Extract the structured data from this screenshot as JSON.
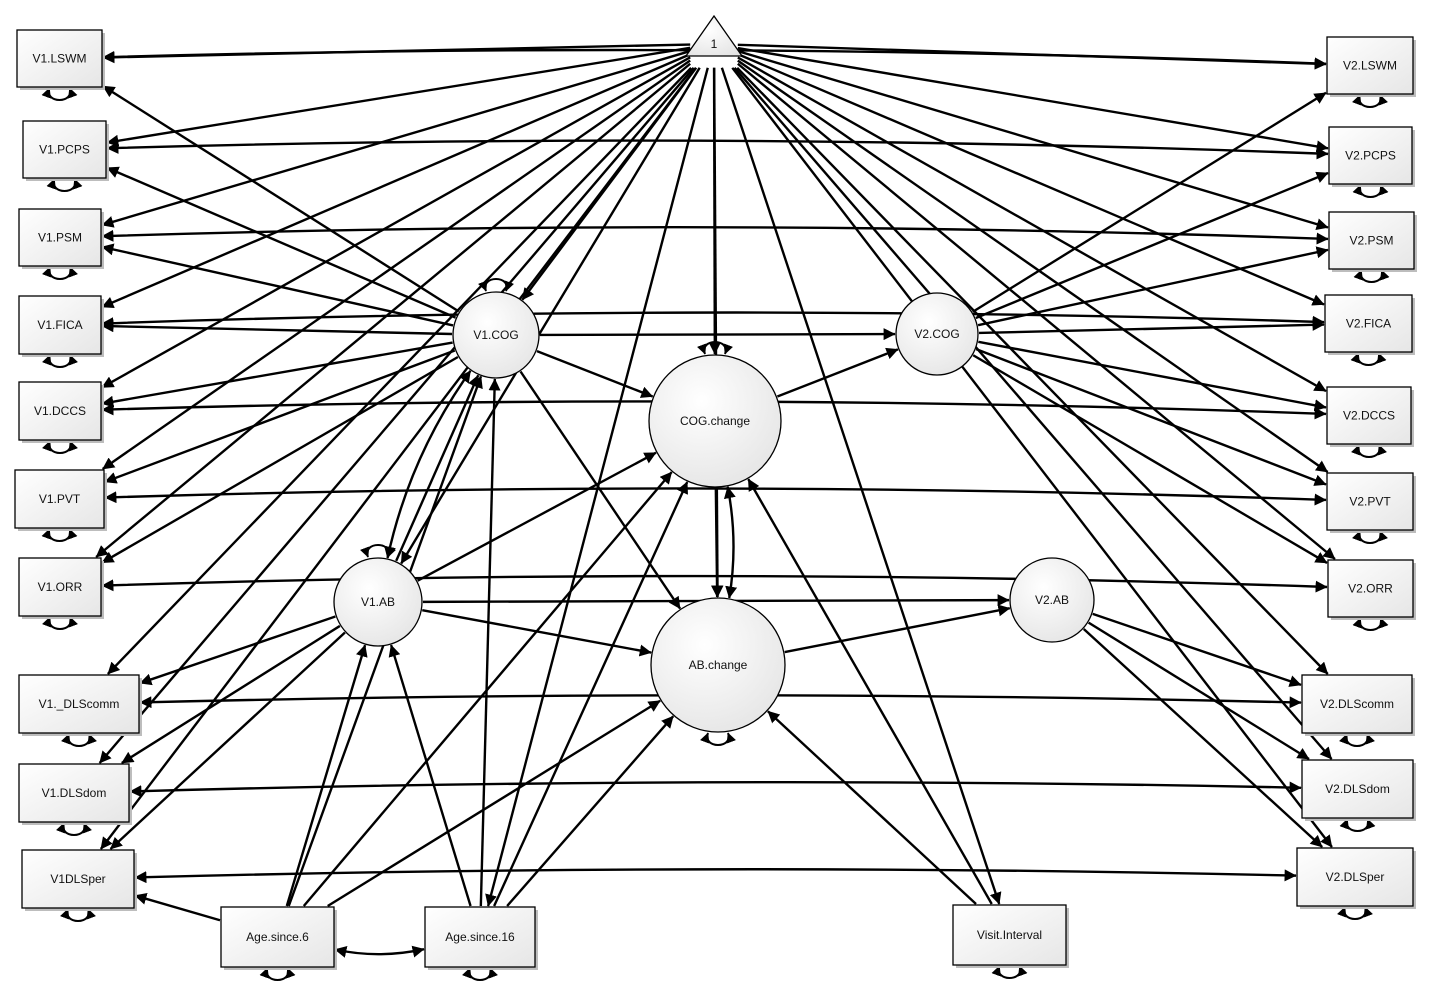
{
  "nodes": {
    "constant": "1",
    "V1_LSWM": "V1.LSWM",
    "V1_PCPS": "V1.PCPS",
    "V1_PSM": "V1.PSM",
    "V1_FICA": "V1.FICA",
    "V1_DCCS": "V1.DCCS",
    "V1_PVT": "V1.PVT",
    "V1_ORR": "V1.ORR",
    "V1_DLScomm": "V1._DLScomm",
    "V1_DLSdom": "V1.DLSdom",
    "V1_DLSper": "V1DLSper",
    "V2_LSWM": "V2.LSWM",
    "V2_PCPS": "V2.PCPS",
    "V2_PSM": "V2.PSM",
    "V2_FICA": "V2.FICA",
    "V2_DCCS": "V2.DCCS",
    "V2_PVT": "V2.PVT",
    "V2_ORR": "V2.ORR",
    "V2_DLScomm": "V2.DLScomm",
    "V2_DLSdom": "V2.DLSdom",
    "V2_DLSper": "V2.DLSper",
    "V1_COG": "V1.COG",
    "V2_COG": "V2.COG",
    "COG_change": "COG.change",
    "V1_AB": "V1.AB",
    "V2_AB": "V2.AB",
    "AB_change": "AB.change",
    "Age6": "Age.since.6",
    "Age16": "Age.since.16",
    "Visit": "Visit.Interval"
  }
}
